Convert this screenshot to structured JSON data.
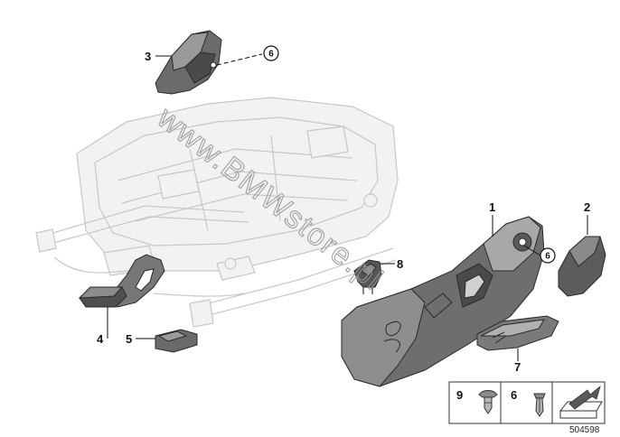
{
  "callouts": {
    "c1": "1",
    "c2": "2",
    "c3": "3",
    "c4": "4",
    "c5": "5",
    "c6a": "6",
    "c6b": "6",
    "c7": "7",
    "c8": "8"
  },
  "legend": {
    "item1": "9",
    "item2": "6"
  },
  "watermark": "www.BMWstore.pl",
  "reference_number": "504598",
  "colors": {
    "part_dark": "#5a5a5a",
    "part_mid": "#8a8a8a",
    "ghost": "#c8c8c8"
  }
}
